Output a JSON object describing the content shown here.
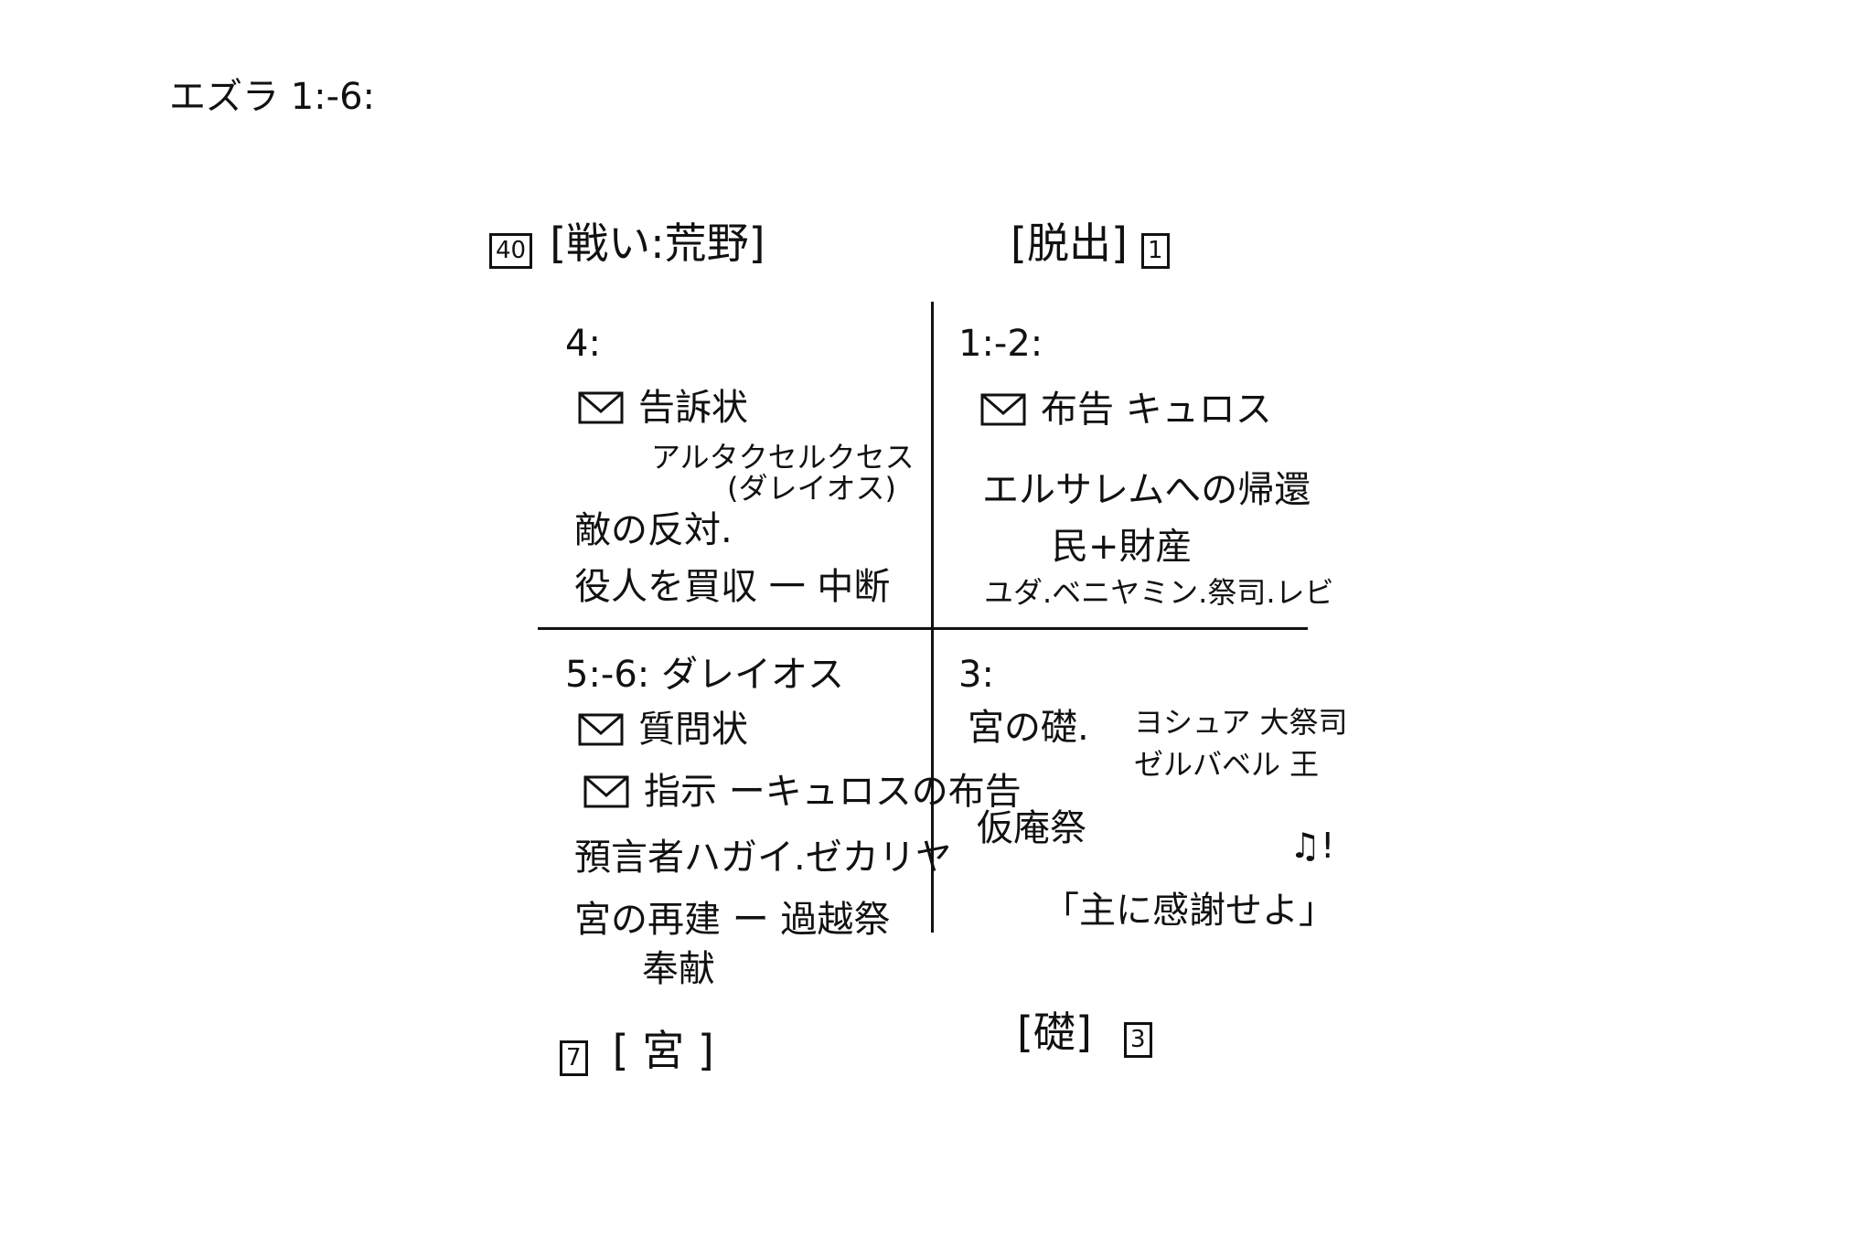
{
  "title": "エズラ 1:-6:",
  "headers": {
    "top_left": {
      "box": "40",
      "label": "[戦い:荒野]"
    },
    "top_right": {
      "label": "[脱出]",
      "box": "1"
    },
    "bottom_left": {
      "box": "7",
      "label": "[ 宮 ]"
    },
    "bottom_right": {
      "label": "[礎]",
      "box": "3"
    }
  },
  "top_left": {
    "ref": "4:",
    "item1": "告訴状",
    "item1_sub1": "アルタクセルクセス",
    "item1_sub2": "(ダレイオス)",
    "line2": "敵の反対.",
    "line3": "役人を買収 一 中断"
  },
  "top_right": {
    "ref": "1:-2:",
    "item1": "布告 キュロス",
    "line2": "エルサレムへの帰還",
    "line3": "民+財産",
    "line4": "ユダ.ベニヤミン.祭司.レビ"
  },
  "bottom_left": {
    "ref": "5:-6: ダレイオス",
    "item1": "質問状",
    "item2": "指示 ーキュロスの布告",
    "line3": "預言者ハガイ.ゼカリヤ",
    "line4": "宮の再建 ー 過越祭",
    "line5": "奉献"
  },
  "bottom_right": {
    "ref": "3:",
    "line1": "宮の礎.",
    "line1_sub1": "ヨシュア 大祭司",
    "line1_sub2": "ゼルバベル 王",
    "line2": "仮庵祭",
    "music": "♫!",
    "line3": "「主に感謝せよ」"
  },
  "icons": {
    "mail": "envelope-icon",
    "music": "music-note-icon"
  }
}
